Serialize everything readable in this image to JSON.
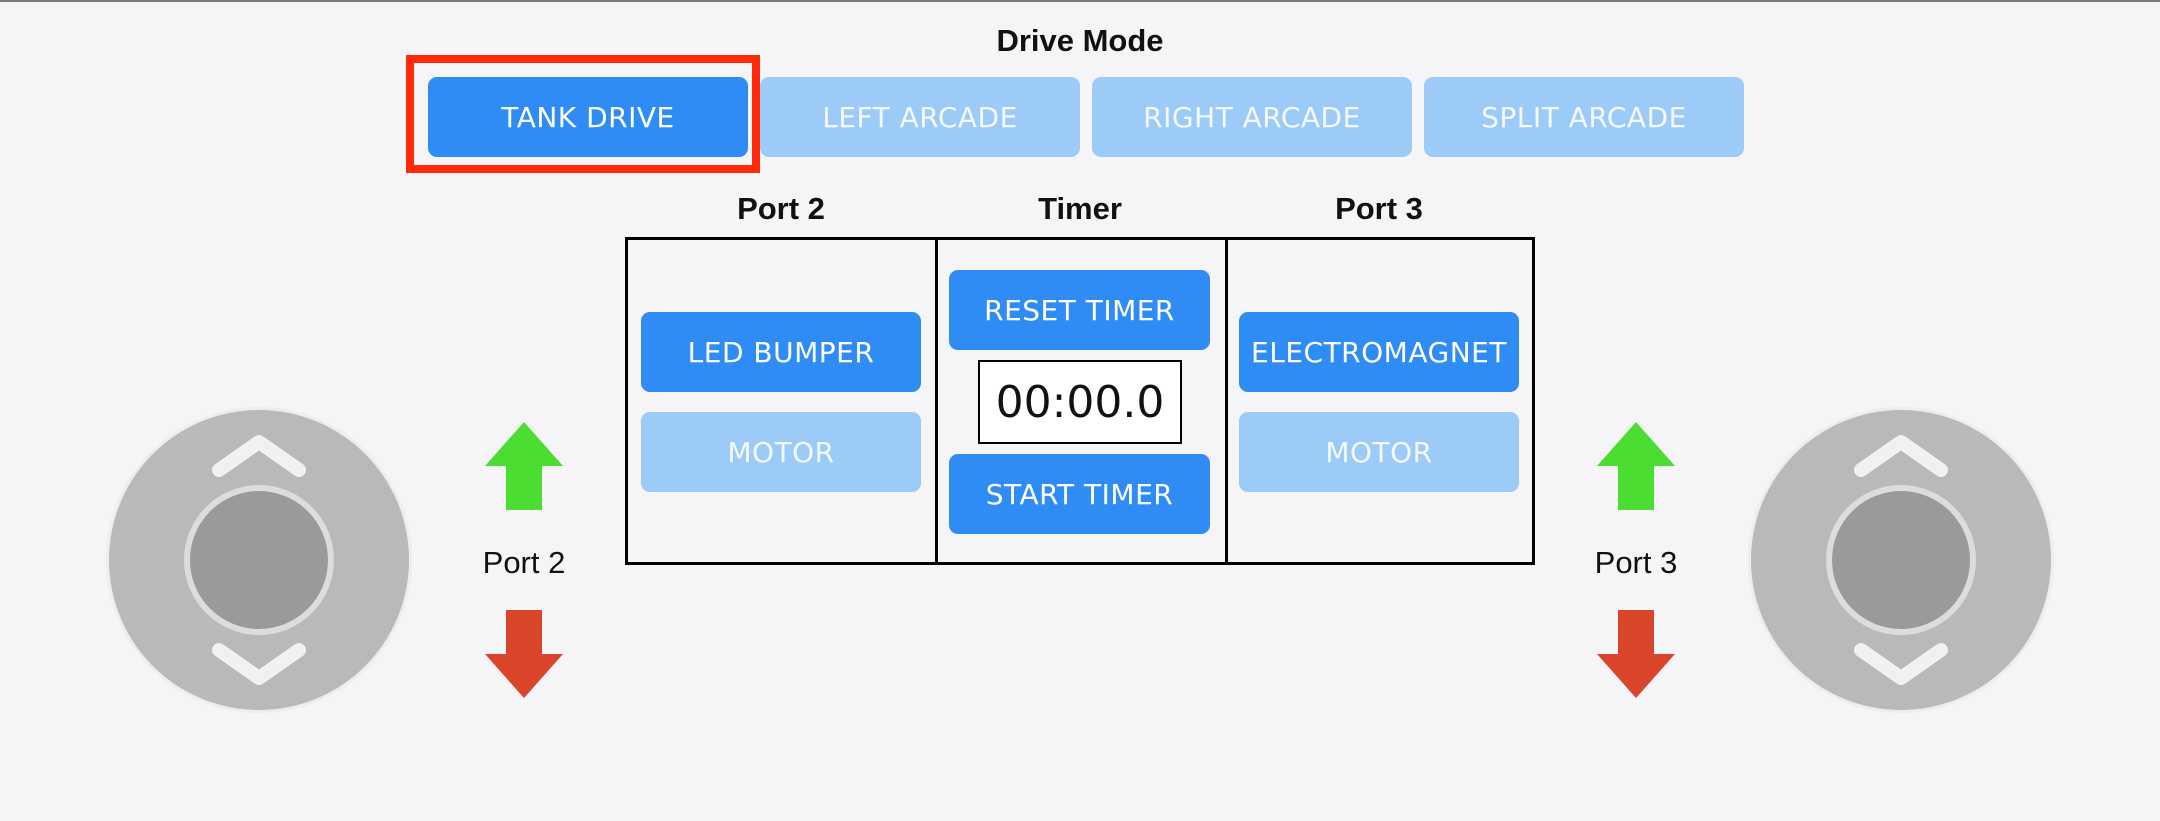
{
  "drive_mode": {
    "title": "Drive Mode",
    "options": [
      "TANK DRIVE",
      "LEFT ARCADE",
      "RIGHT ARCADE",
      "SPLIT ARCADE"
    ],
    "selected": "TANK DRIVE"
  },
  "port2_panel": {
    "title": "Port 2",
    "buttons": [
      "LED BUMPER",
      "MOTOR"
    ]
  },
  "timer_panel": {
    "title": "Timer",
    "reset_label": "RESET TIMER",
    "display": "00:00.0",
    "start_label": "START TIMER"
  },
  "port3_panel": {
    "title": "Port 3",
    "buttons": [
      "ELECTROMAGNET",
      "MOTOR"
    ]
  },
  "left_control": {
    "label": "Port 2",
    "up_icon": "up-arrow-icon",
    "down_icon": "down-arrow-icon"
  },
  "right_control": {
    "label": "Port 3",
    "up_icon": "up-arrow-icon",
    "down_icon": "down-arrow-icon"
  },
  "colors": {
    "active": "#2f8cf4",
    "inactive": "#9dcbf8",
    "highlight": "#ff2a0a",
    "up_arrow": "#4cdd32",
    "down_arrow": "#d9452b",
    "joystick": "#b9b9bb"
  }
}
